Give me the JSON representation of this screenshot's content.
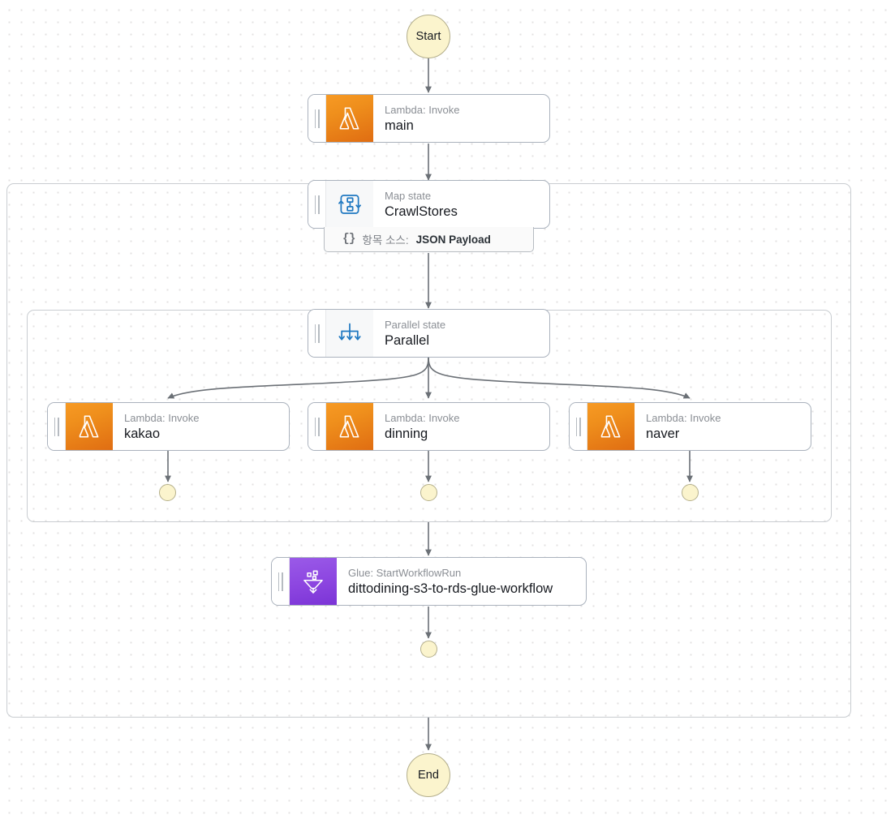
{
  "workflow": {
    "title": "Step Functions state machine graph",
    "background": "#ffffff",
    "dot_grid_color": "#e3e1e1"
  },
  "colors": {
    "lambda_orange": "#ed8f1c",
    "glue_purple": "#8c45e0",
    "map_blue": "#1f78c1",
    "terminal_yellow": "#fbf4cd",
    "edge_grey": "#6b7076",
    "frame_grey": "#c9cdd1"
  },
  "terminals": {
    "start": {
      "label": "Start",
      "name": "start-node"
    },
    "end": {
      "label": "End",
      "name": "end-node"
    },
    "branch_ends": [
      {
        "label": "",
        "name": "branch-end-kakao"
      },
      {
        "label": "",
        "name": "branch-end-dinning"
      },
      {
        "label": "",
        "name": "branch-end-naver"
      }
    ],
    "glue_end": {
      "label": "",
      "name": "branch-end-glue"
    }
  },
  "nodes": {
    "main": {
      "kind": "Lambda: Invoke",
      "title": "main",
      "icon": "lambda-icon"
    },
    "crawl_stores": {
      "kind": "Map state",
      "title": "CrawlStores",
      "icon": "map-state-icon"
    },
    "parallel": {
      "kind": "Parallel state",
      "title": "Parallel",
      "icon": "parallel-state-icon"
    },
    "kakao": {
      "kind": "Lambda: Invoke",
      "title": "kakao",
      "icon": "lambda-icon"
    },
    "dinning": {
      "kind": "Lambda: Invoke",
      "title": "dinning",
      "icon": "lambda-icon"
    },
    "naver": {
      "kind": "Lambda: Invoke",
      "title": "naver",
      "icon": "lambda-icon"
    },
    "glue": {
      "kind": "Glue: StartWorkflowRun",
      "title": "dittodining-s3-to-rds-glue-workflow",
      "icon": "glue-icon"
    }
  },
  "map_subbar": {
    "braces": "{}",
    "label": "항목 소스:",
    "value": "JSON Payload"
  }
}
